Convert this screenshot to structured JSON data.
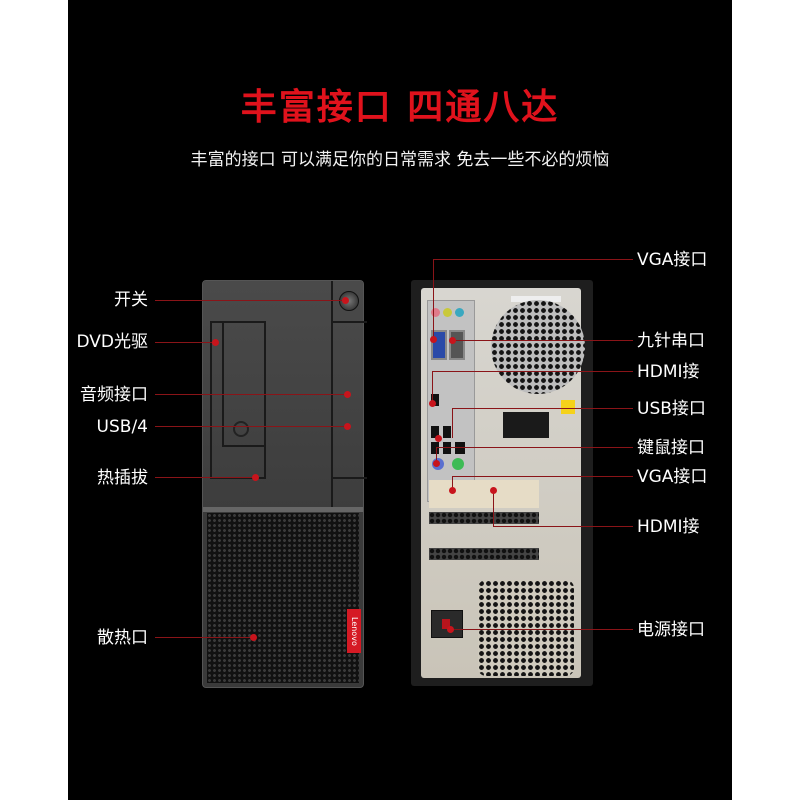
{
  "header": {
    "title": "丰富接口 四通八达",
    "subtitle": "丰富的接口 可以满足你的日常需求 免去一些不必的烦恼"
  },
  "colors": {
    "title_red": "#e0121c",
    "callout_line": "#8a1418",
    "callout_dot": "#c8141c",
    "background": "#000000",
    "logo_red": "#d51a24"
  },
  "front_panel": {
    "brand_logo": "Lenovo",
    "labels": [
      {
        "id": "power-switch",
        "text": "开关"
      },
      {
        "id": "dvd-drive",
        "text": "DVD光驱"
      },
      {
        "id": "audio-port",
        "text": "音频接口"
      },
      {
        "id": "usb-ports",
        "text": "USB/4"
      },
      {
        "id": "hot-plug",
        "text": "热插拔"
      },
      {
        "id": "vent",
        "text": "散热口"
      }
    ]
  },
  "rear_panel": {
    "labels": [
      {
        "id": "vga-port-1",
        "text": "VGA接口"
      },
      {
        "id": "serial-port",
        "text": "九针串口"
      },
      {
        "id": "hdmi-port-1",
        "text": "HDMI接"
      },
      {
        "id": "usb-port",
        "text": "USB接口"
      },
      {
        "id": "ps2-port",
        "text": "键鼠接口"
      },
      {
        "id": "vga-port-2",
        "text": "VGA接口"
      },
      {
        "id": "hdmi-port-2",
        "text": "HDMI接"
      },
      {
        "id": "power-port",
        "text": "电源接口"
      }
    ]
  }
}
